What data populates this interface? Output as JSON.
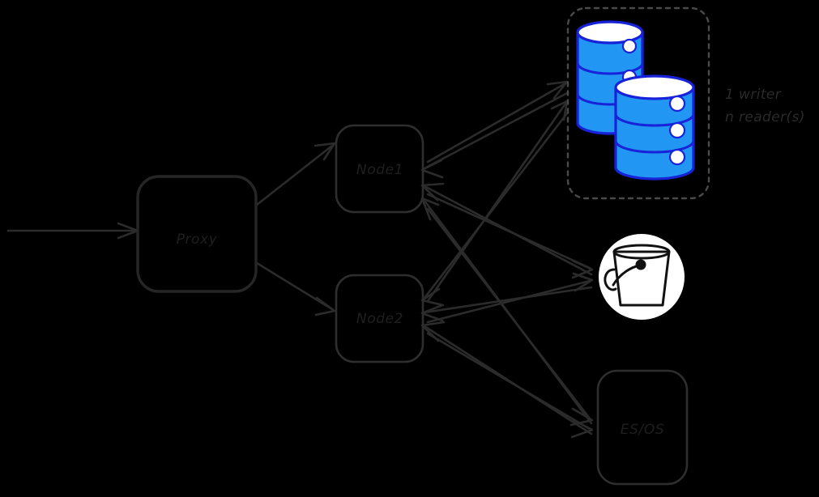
{
  "diagram": {
    "title": "proxy-node-datastore-architecture",
    "background_color": "#000000",
    "nodes": {
      "proxy": {
        "label": "Proxy",
        "name": "proxy-box"
      },
      "node1": {
        "label": "Node1",
        "name": "node1-box"
      },
      "node2": {
        "label": "Node2",
        "name": "node2-box"
      },
      "search": {
        "label": "ES/OS",
        "name": "es-os-box"
      }
    },
    "database_cluster": {
      "name": "database-cluster",
      "note_line1": "1 writer",
      "note_line2": "n reader(s)",
      "instance_count": 2,
      "fill_color": "#2196f3",
      "stroke_color": "#1822d8"
    },
    "object_storage": {
      "name": "bucket-icon",
      "icon": "bucket-icon",
      "fill_color": "#ffffff"
    },
    "ingress": {
      "name": "incoming-traffic-arrow",
      "icon": "arrow-right-icon"
    },
    "edges": [
      {
        "from": "ingress",
        "to": "proxy"
      },
      {
        "from": "proxy",
        "to": "node1"
      },
      {
        "from": "proxy",
        "to": "node2"
      },
      {
        "from": "node1",
        "to": "database-cluster"
      },
      {
        "from": "node2",
        "to": "database-cluster"
      },
      {
        "from": "node1",
        "to": "bucket"
      },
      {
        "from": "node2",
        "to": "bucket"
      },
      {
        "from": "node1",
        "to": "es-os"
      },
      {
        "from": "node2",
        "to": "es-os"
      },
      {
        "from": "database-cluster",
        "to": "node1"
      },
      {
        "from": "database-cluster",
        "to": "node2"
      },
      {
        "from": "bucket",
        "to": "node1"
      },
      {
        "from": "bucket",
        "to": "node2"
      },
      {
        "from": "es-os",
        "to": "node1"
      },
      {
        "from": "es-os",
        "to": "node2"
      }
    ]
  }
}
